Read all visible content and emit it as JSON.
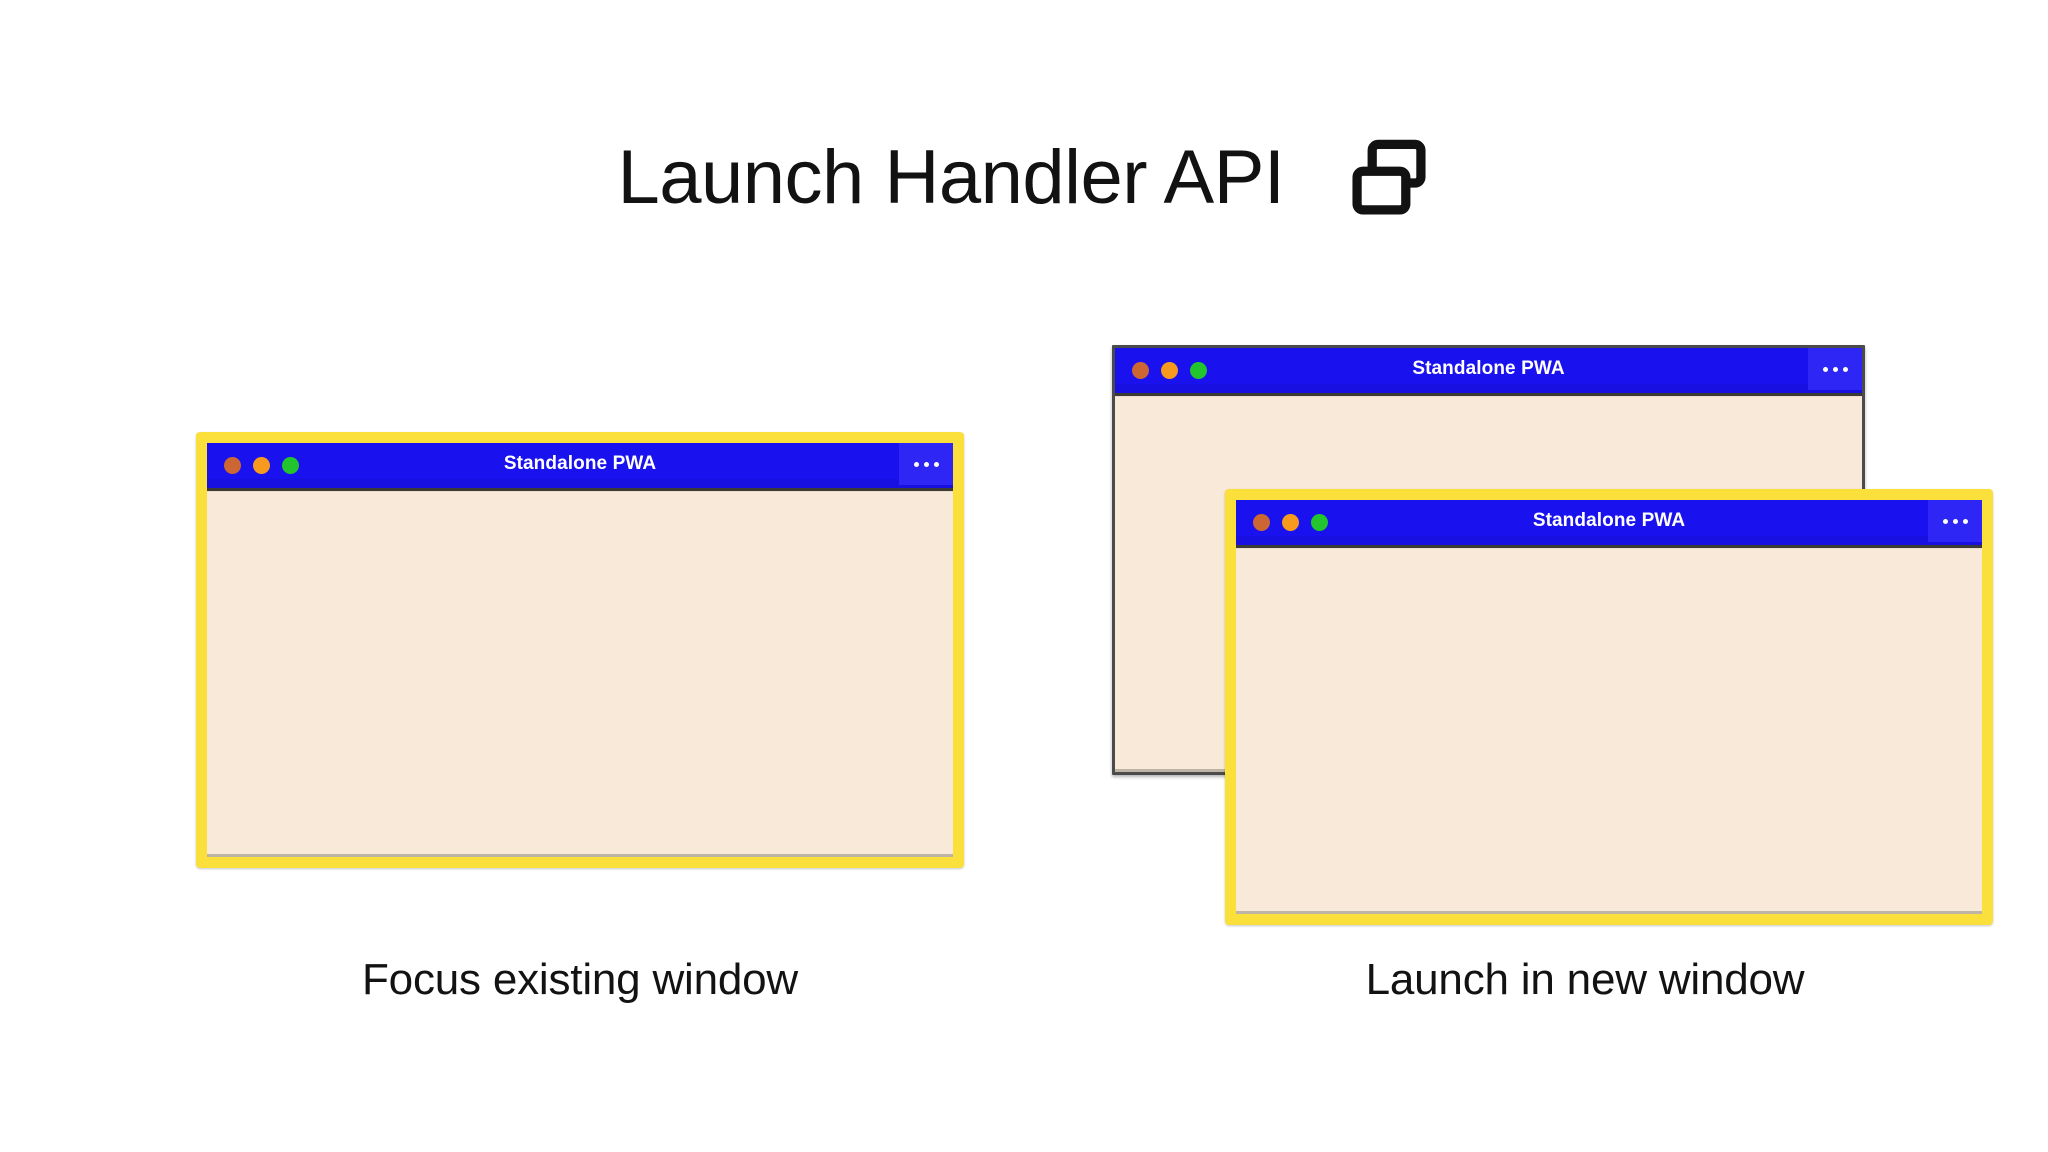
{
  "header": {
    "title": "Launch Handler API",
    "icon": "multi-window-icon"
  },
  "colors": {
    "page_background": "#ffffff",
    "titlebar_blue": "#1a12ee",
    "menu_blue": "#2e26f5",
    "window_body_cream": "#f8e9d8",
    "focus_highlight_yellow": "#fbe03c",
    "unfocused_border_gray": "#4b4b4b",
    "text_dark": "#121212",
    "dot_red": "#cc6633",
    "dot_orange": "#f79a1e",
    "dot_green": "#22c52e"
  },
  "windows": {
    "focus_existing": {
      "title": "Standalone PWA",
      "state": "focused",
      "menu_label": "...",
      "traffic_lights": [
        "close-dot",
        "minimize-dot",
        "maximize-dot"
      ]
    },
    "background": {
      "title": "Standalone PWA",
      "state": "unfocused",
      "menu_label": "...",
      "traffic_lights": [
        "close-dot",
        "minimize-dot",
        "maximize-dot"
      ]
    },
    "new_window": {
      "title": "Standalone PWA",
      "state": "focused",
      "menu_label": "...",
      "traffic_lights": [
        "close-dot",
        "minimize-dot",
        "maximize-dot"
      ]
    }
  },
  "captions": {
    "left": "Focus existing window",
    "right": "Launch in new window"
  }
}
